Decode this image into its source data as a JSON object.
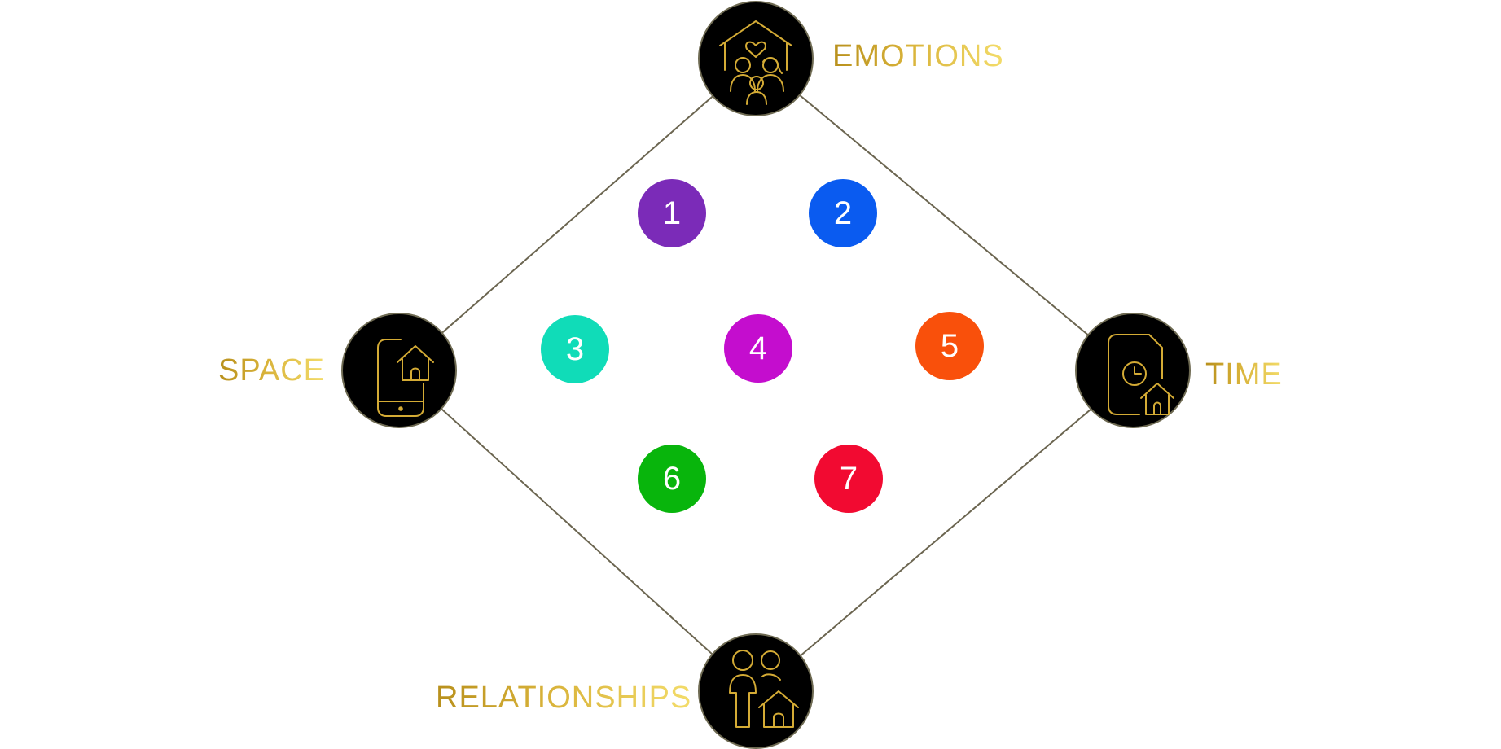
{
  "diagram": {
    "nodes": {
      "emotions": {
        "label": "EMOTIONS",
        "icon": "family-house-heart-icon"
      },
      "space": {
        "label": "SPACE",
        "icon": "phone-home-icon"
      },
      "time": {
        "label": "TIME",
        "icon": "document-clock-home-icon"
      },
      "relationships": {
        "label": "RELATIONSHIPS",
        "icon": "people-home-icon"
      }
    },
    "badges": [
      {
        "text": "1",
        "color": "#7b2bb8"
      },
      {
        "text": "2",
        "color": "#0a5bf0"
      },
      {
        "text": "3",
        "color": "#10dcb8"
      },
      {
        "text": "4",
        "color": "#c40dce"
      },
      {
        "text": "5",
        "color": "#f9500b"
      },
      {
        "text": "6",
        "color": "#08b50c"
      },
      {
        "text": "7",
        "color": "#f20a31"
      }
    ],
    "colors": {
      "line": "#6b6550",
      "gold": "#d4ab35",
      "node_bg": "#000000"
    }
  }
}
